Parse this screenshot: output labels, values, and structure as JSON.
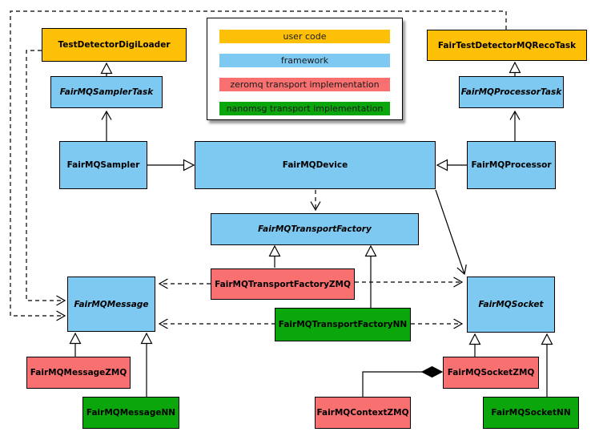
{
  "colors": {
    "user_code": "#FDC006",
    "framework": "#7EC9F1",
    "zeromq": "#F87070",
    "nanomsg": "#0BA60B",
    "border": "#000000",
    "background": "#FFFFFF"
  },
  "legend": {
    "items": [
      {
        "label": "user code",
        "color": "#FDC006"
      },
      {
        "label": "framework",
        "color": "#7EC9F1"
      },
      {
        "label": "zeromq transport implementation",
        "color": "#F87070"
      },
      {
        "label": "nanomsg transport implementation",
        "color": "#0BA60B"
      }
    ]
  },
  "nodes": {
    "testDetectorDigiLoader": {
      "label": "TestDetectorDigiLoader",
      "category": "user_code",
      "abstract": false
    },
    "fairTestDetectorMQRecoTask": {
      "label": "FairTestDetectorMQRecoTask",
      "category": "user_code",
      "abstract": false
    },
    "fairMQSamplerTask": {
      "label": "FairMQSamplerTask",
      "category": "framework",
      "abstract": true
    },
    "fairMQProcessorTask": {
      "label": "FairMQProcessorTask",
      "category": "framework",
      "abstract": true
    },
    "fairMQSampler": {
      "label": "FairMQSampler",
      "category": "framework",
      "abstract": false
    },
    "fairMQDevice": {
      "label": "FairMQDevice",
      "category": "framework",
      "abstract": false
    },
    "fairMQProcessor": {
      "label": "FairMQProcessor",
      "category": "framework",
      "abstract": false
    },
    "fairMQTransportFactory": {
      "label": "FairMQTransportFactory",
      "category": "framework",
      "abstract": true
    },
    "fairMQTransportFactoryZMQ": {
      "label": "FairMQTransportFactoryZMQ",
      "category": "zeromq",
      "abstract": false
    },
    "fairMQTransportFactoryNN": {
      "label": "FairMQTransportFactoryNN",
      "category": "nanomsg",
      "abstract": false
    },
    "fairMQMessage": {
      "label": "FairMQMessage",
      "category": "framework",
      "abstract": true
    },
    "fairMQSocket": {
      "label": "FairMQSocket",
      "category": "framework",
      "abstract": true
    },
    "fairMQMessageZMQ": {
      "label": "FairMQMessageZMQ",
      "category": "zeromq",
      "abstract": false
    },
    "fairMQMessageNN": {
      "label": "FairMQMessageNN",
      "category": "nanomsg",
      "abstract": false
    },
    "fairMQContextZMQ": {
      "label": "FairMQContextZMQ",
      "category": "zeromq",
      "abstract": false
    },
    "fairMQSocketZMQ": {
      "label": "FairMQSocketZMQ",
      "category": "zeromq",
      "abstract": false
    },
    "fairMQSocketNN": {
      "label": "FairMQSocketNN",
      "category": "nanomsg",
      "abstract": false
    }
  },
  "edges": [
    {
      "from": "FairMQSamplerTask",
      "to": "TestDetectorDigiLoader",
      "type": "hollow-triangle"
    },
    {
      "from": "FairMQProcessorTask",
      "to": "FairTestDetectorMQRecoTask",
      "type": "hollow-triangle"
    },
    {
      "from": "FairMQSampler",
      "to": "FairMQSamplerTask",
      "type": "open-arrow"
    },
    {
      "from": "FairMQProcessor",
      "to": "FairMQProcessorTask",
      "type": "open-arrow"
    },
    {
      "from": "FairMQSampler",
      "to": "FairMQDevice",
      "type": "hollow-triangle"
    },
    {
      "from": "FairMQProcessor",
      "to": "FairMQDevice",
      "type": "hollow-triangle"
    },
    {
      "from": "FairMQDevice",
      "to": "FairMQTransportFactory",
      "type": "dashed-open-arrow"
    },
    {
      "from": "FairMQDevice",
      "to": "FairMQSocket",
      "type": "open-arrow"
    },
    {
      "from": "FairMQTransportFactoryZMQ",
      "to": "FairMQTransportFactory",
      "type": "hollow-triangle"
    },
    {
      "from": "FairMQTransportFactoryNN",
      "to": "FairMQTransportFactory",
      "type": "hollow-triangle"
    },
    {
      "from": "FairMQTransportFactoryZMQ",
      "to": "FairMQMessage",
      "type": "dashed-open-arrow"
    },
    {
      "from": "FairMQTransportFactoryZMQ",
      "to": "FairMQSocket",
      "type": "dashed-open-arrow"
    },
    {
      "from": "FairMQTransportFactoryNN",
      "to": "FairMQMessage",
      "type": "dashed-open-arrow"
    },
    {
      "from": "FairMQTransportFactoryNN",
      "to": "FairMQSocket",
      "type": "dashed-open-arrow"
    },
    {
      "from": "TestDetectorDigiLoader",
      "to": "FairMQMessage",
      "type": "dashed-open-arrow"
    },
    {
      "from": "FairTestDetectorMQRecoTask",
      "to": "FairMQMessage",
      "type": "dashed-open-arrow"
    },
    {
      "from": "FairMQMessageZMQ",
      "to": "FairMQMessage",
      "type": "hollow-triangle"
    },
    {
      "from": "FairMQMessageNN",
      "to": "FairMQMessage",
      "type": "hollow-triangle"
    },
    {
      "from": "FairMQSocketZMQ",
      "to": "FairMQSocket",
      "type": "hollow-triangle"
    },
    {
      "from": "FairMQSocketNN",
      "to": "FairMQSocket",
      "type": "hollow-triangle"
    },
    {
      "from": "FairMQContextZMQ",
      "to": "FairMQSocketZMQ",
      "type": "composition-diamond"
    }
  ]
}
